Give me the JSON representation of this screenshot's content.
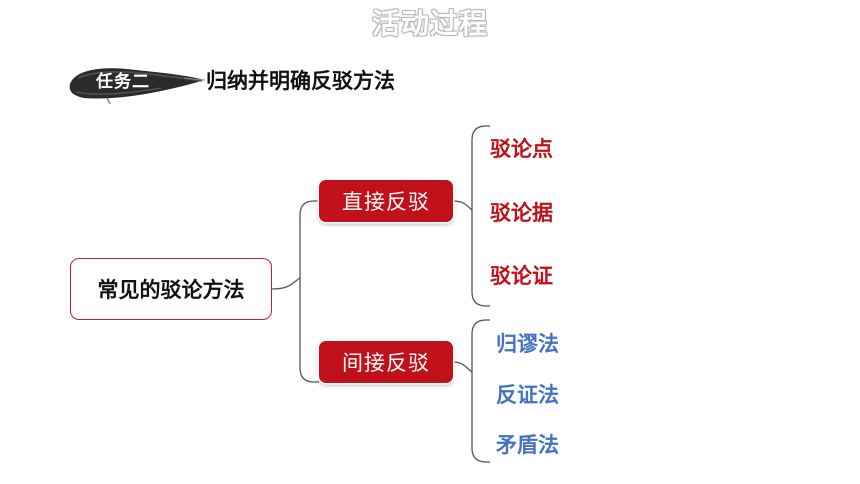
{
  "page_title": "活动过程",
  "task": {
    "label": "任务二",
    "title": "归纳并明确反驳方法"
  },
  "mindmap": {
    "root": "常见的驳论方法",
    "branches": [
      {
        "label": "直接反驳",
        "color": "#c0101a",
        "children": [
          "驳论点",
          "驳论据",
          "驳论证"
        ],
        "child_color": "#c0101a"
      },
      {
        "label": "间接反驳",
        "color": "#c0101a",
        "children": [
          "归谬法",
          "反证法",
          "矛盾法"
        ],
        "child_color": "#4472c4"
      }
    ]
  },
  "colors": {
    "accent_red": "#c0101a",
    "leaf_blue": "#4472c4",
    "connector_gray": "#555555"
  }
}
